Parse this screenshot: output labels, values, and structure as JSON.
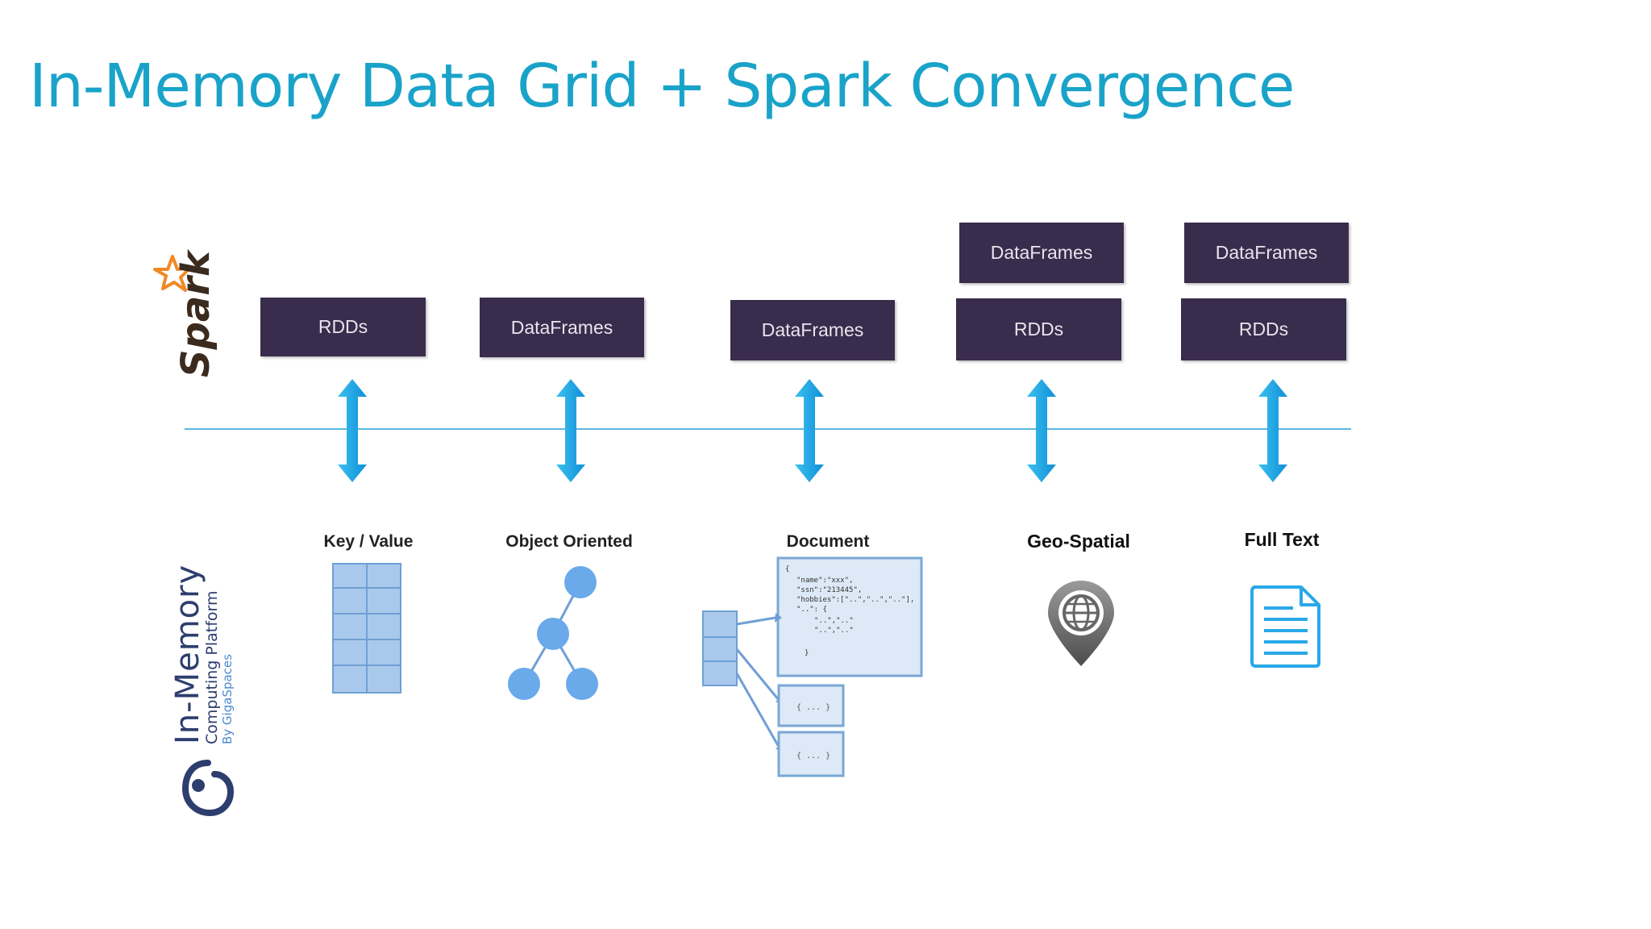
{
  "slide": {
    "title": "In-Memory Data Grid + Spark Convergence"
  },
  "spark_logo": {
    "text": "Spark",
    "icon": "spark-star-icon",
    "color": "#3b2a1e",
    "accent": "#f08a24"
  },
  "gigaspaces_logo": {
    "line1": "In-Memory",
    "line2": "Computing Platform",
    "line3": "By GigaSpaces",
    "icon": "gigaspaces-swirl-icon"
  },
  "columns": [
    {
      "spark_boxes": [
        "RDDs"
      ],
      "store_label": "Key / Value",
      "icon": "key-value-grid-icon"
    },
    {
      "spark_boxes": [
        "DataFrames"
      ],
      "store_label": "Object Oriented",
      "icon": "object-tree-icon"
    },
    {
      "spark_boxes": [
        "DataFrames"
      ],
      "store_label": "Document",
      "icon": "document-json-icon"
    },
    {
      "spark_boxes": [
        "DataFrames",
        "RDDs"
      ],
      "store_label": "Geo-Spatial",
      "icon": "map-pin-globe-icon"
    },
    {
      "spark_boxes": [
        "DataFrames",
        "RDDs"
      ],
      "store_label": "Full Text",
      "icon": "text-document-icon"
    }
  ],
  "document_icon": {
    "json_lines": [
      "{",
      "\"name\":\"xxx\",",
      "\"ssn\":\"213445\",",
      "\"hobbies\":[\"..\",\"..\",\"..\"],",
      "\"..\": {",
      "\"..\",\"..\"",
      "\"..\",\"..\"",
      "}"
    ],
    "sub_doc": "{ ... }"
  },
  "colors": {
    "box": "#3a2c4c",
    "title": "#1aa3c9",
    "arrow": "#1aa0e0",
    "line": "#5bb8de",
    "icon_fill": "#a9c9ec",
    "icon_stroke": "#6f9fd4"
  }
}
